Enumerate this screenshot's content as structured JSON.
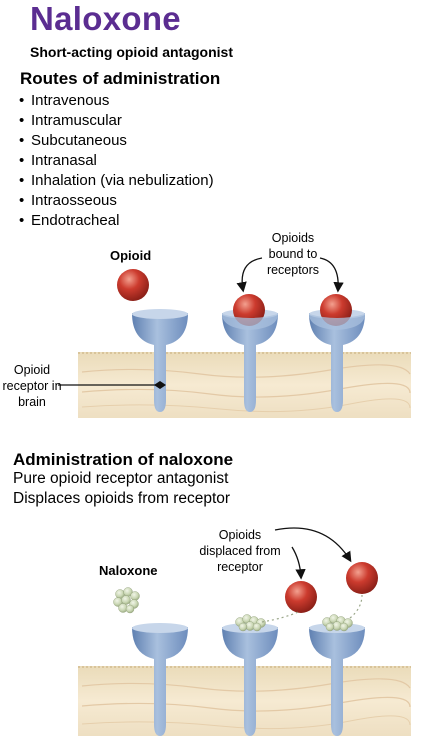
{
  "title": "Naloxone",
  "subtitle": "Short-acting opioid antagonist",
  "routes": {
    "heading": "Routes of administration",
    "items": [
      "Intravenous",
      "Intramuscular",
      "Subcutaneous",
      "Intranasal",
      "Inhalation (via nebulization)",
      "Intraosseous",
      "Endotracheal"
    ]
  },
  "diagram1": {
    "opioid_label": "Opioid",
    "bound_label": [
      "Opioids",
      "bound to",
      "receptors"
    ],
    "receptor_label": [
      "Opioid",
      "receptor in",
      "brain"
    ]
  },
  "administration": {
    "heading": "Administration of naloxone",
    "line1": "Pure opioid receptor antagonist",
    "line2": "Displaces opioids from receptor"
  },
  "diagram2": {
    "naloxone_label": "Naloxone",
    "displaced_label": [
      "Opioids",
      "displaced from",
      "receptor"
    ]
  },
  "colors": {
    "title": "#5b2d91",
    "opioid": "#c0352b",
    "receptor": "#7f9fc8",
    "membrane": "#f1e3c8",
    "naloxone": "#c9d6b3"
  }
}
